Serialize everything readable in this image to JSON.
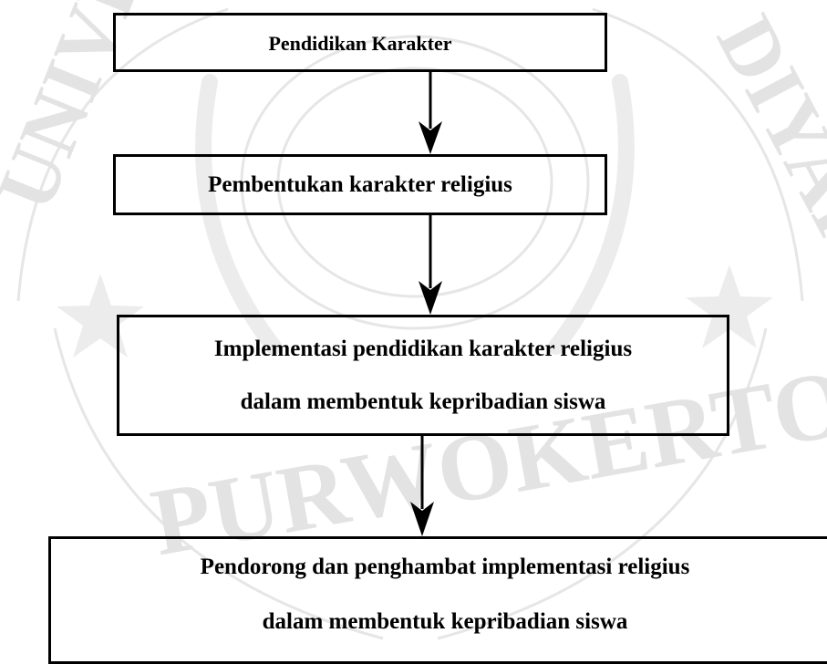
{
  "diagram": {
    "nodes": [
      {
        "id": "box1",
        "lines": [
          "Pendidikan Karakter"
        ]
      },
      {
        "id": "box2",
        "lines": [
          "Pembentukan karakter religius"
        ]
      },
      {
        "id": "box3",
        "lines": [
          "Implementasi pendidikan karakter religius",
          "dalam membentuk kepribadian siswa"
        ]
      },
      {
        "id": "box4",
        "lines": [
          "Pendorong dan penghambat implementasi religius",
          "dalam membentuk kepribadian siswa"
        ]
      }
    ],
    "edges": [
      {
        "from": "box1",
        "to": "box2"
      },
      {
        "from": "box2",
        "to": "box3"
      },
      {
        "from": "box3",
        "to": "box4"
      }
    ]
  },
  "watermark": {
    "text_left": "UNIVER",
    "text_right": "DIYAH",
    "text_bottom": "PURWOKERTO",
    "color": "#e3e3e3"
  }
}
